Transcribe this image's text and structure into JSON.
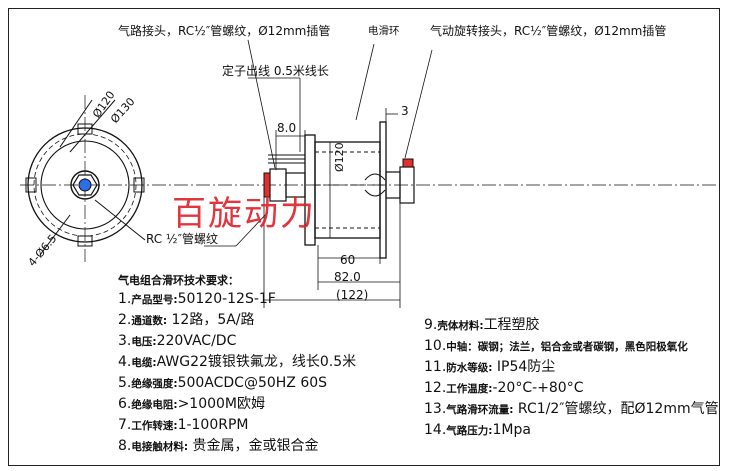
{
  "labels": {
    "air_connector": "气路接头，RC½″管螺纹，Ø12mm插管",
    "slip_ring": "电滑环",
    "rotary_air_connector": "气动旋转接头，RC½″管螺纹，Ø12mm插管",
    "stator_outlet": "定子出线 0.5米线长",
    "rc_thread": "RC ½″管螺纹"
  },
  "dims": {
    "d120": "Ø120",
    "d130": "Ø130",
    "holes": "4-Ø6.5",
    "len8": "8.0",
    "len3": "3",
    "side_d120": "Ø120",
    "len60": "60",
    "len82": "82.0",
    "len122": "(122)"
  },
  "watermark": "百旋动力",
  "spec_title": "气电组合滑环技术要求：",
  "specs_left": [
    {
      "n": "1.",
      "cn": "产品型号:",
      "v": "50120-12S-1F"
    },
    {
      "n": "2.",
      "cn": "通道数:",
      "v": " 12路，5A/路"
    },
    {
      "n": "3.",
      "cn": "电压:",
      "v": "220VAC/DC"
    },
    {
      "n": "4.",
      "cn": "电缆:",
      "v": "AWG22镀银铁氟龙，线长0.5米"
    },
    {
      "n": "5.",
      "cn": "绝缘强度:",
      "v": "500ACDC@50HZ 60S"
    },
    {
      "n": "6.",
      "cn": "绝缘电阻:",
      "v": ">1000M欧姆"
    },
    {
      "n": "7.",
      "cn": "工作转速:",
      "v": "1-100RPM"
    },
    {
      "n": "8.",
      "cn": "电接触材料:",
      "v": " 贵金属，金或银合金"
    }
  ],
  "specs_right": [
    {
      "n": "9.",
      "cn": "壳体材料:",
      "v": "工程塑胶"
    },
    {
      "n": "10.",
      "cn": "中轴：碳钢；法兰，铝合金或者碳钢，黑色阳极氧化",
      "v": ""
    },
    {
      "n": "11.",
      "cn": "防水等级:",
      "v": " IP54防尘"
    },
    {
      "n": "12.",
      "cn": "工作温度:",
      "v": "-20°C-+80°C"
    },
    {
      "n": "13.",
      "cn": "气路滑环流量:",
      "v": " RC1/2″管螺纹，配Ø12mm气管"
    },
    {
      "n": "14.",
      "cn": "气路压力:",
      "v": "1Mpa"
    }
  ]
}
